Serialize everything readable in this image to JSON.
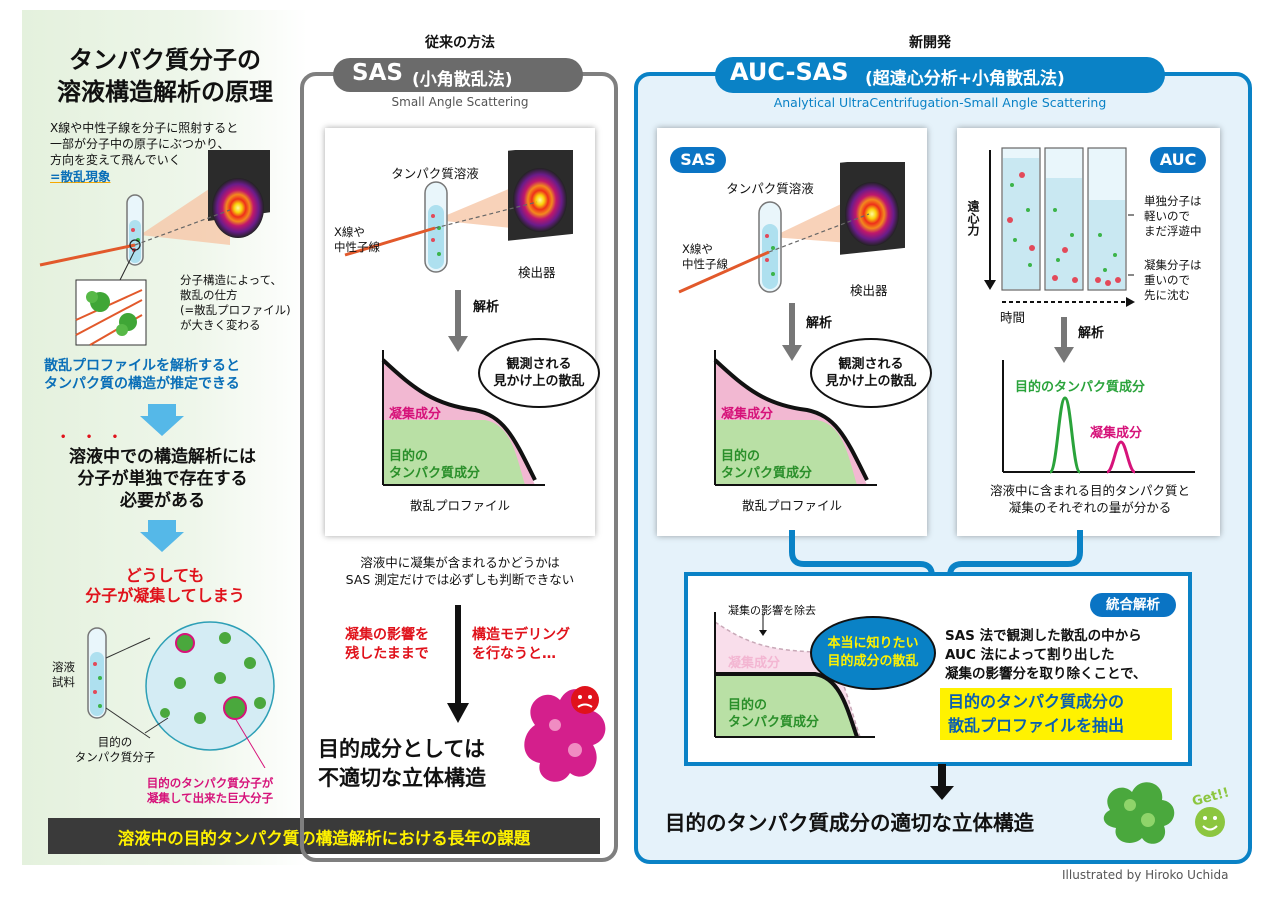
{
  "left": {
    "title": "タンパク質分子の\n溶液構造解析の原理",
    "scatter_desc": "X線や中性子線を分子に照射すると\n一部が分子中の原子にぶつかり、\n方向を変えて飛んでいく",
    "scatter_term": "=散乱現象",
    "profile_desc": "分子構造によって、\n散乱の仕方\n(=散乱プロファイル)\nが大きく変わる",
    "estimate": "散乱プロファイルを解析すると\nタンパク質の構造が推定できる",
    "requirement": "溶液中での構造解析には\n分子が単独で存在する\n必要がある",
    "emph_dots": "• • •",
    "problem": "どうしても\n分子が凝集してしまう",
    "sample_label": "溶液\n試料",
    "target_label": "目的の\nタンパク質分子",
    "aggregate_label": "目的のタンパク質分子が\n凝集して出来た巨大分子"
  },
  "sas": {
    "header": "従来の方法",
    "title": "SAS",
    "title_sub": "(小角散乱法)",
    "subtitle": "Small Angle Scattering",
    "solution_label": "タンパク質溶液",
    "beam_label": "X線や\n中性子線",
    "detector_label": "検出器",
    "analysis_label": "解析",
    "bubble": "観測される\n見かけ上の散乱",
    "aggregate_label": "凝集成分",
    "target_label": "目的の\nタンパク質成分",
    "profile_label": "散乱プロファイル",
    "note": "溶液中に凝集が含まれるかどうかは\nSAS 測定だけでは必ずしも判断できない",
    "left_red": "凝集の影響を\n残したままで",
    "right_red": "構造モデリング\nを行なうと…",
    "result": "目的成分としては\n不適切な立体構造"
  },
  "aucsas": {
    "header": "新開発",
    "title": "AUC-SAS",
    "title_sub": "(超遠心分析+小角散乱法)",
    "subtitle": "Analytical UltraCentrifugation-Small Angle Scattering",
    "sas_badge": "SAS",
    "auc_badge": "AUC",
    "solution_label": "タンパク質溶液",
    "beam_label": "X線や\n中性子線",
    "detector_label": "検出器",
    "analysis_label": "解析",
    "bubble": "観測される\n見かけ上の散乱",
    "aggregate_label": "凝集成分",
    "target_label": "目的の\nタンパク質成分",
    "profile_label": "散乱プロファイル",
    "centrifugal": "遠心力",
    "time": "時間",
    "single_note": "単独分子は\n軽いので\nまだ浮遊中",
    "agg_note": "凝集分子は\n重いので\n先に沈む",
    "auc_analysis": "解析",
    "peak_target": "目的のタンパク質成分",
    "peak_agg": "凝集成分",
    "auc_result": "溶液中に含まれる目的タンパク質と\n凝集のそれぞれの量が分かる",
    "integ_badge": "統合解析",
    "remove_label": "凝集の影響を除去",
    "integ_bubble": "本当に知りたい\n目的成分の散乱",
    "integ_agg": "凝集成分",
    "integ_target": "目的の\nタンパク質成分",
    "integ_desc": "SAS 法で観測した散乱の中から\nAUC 法によって割り出した\n凝集の影響分を取り除くことで、",
    "integ_highlight": "目的のタンパク質成分の\n散乱プロファイルを抽出",
    "final": "目的のタンパク質成分の適切な立体構造",
    "get": "Get!!"
  },
  "bottom_banner": "溶液中の目的タンパク質の構造解析における長年の課題",
  "credit": "Illustrated by Hiroko Uchida",
  "colors": {
    "blue": "#0a82c6",
    "red": "#e0121b",
    "magenta": "#d6137a",
    "green": "#2aa33b",
    "yellow": "#fff200"
  }
}
